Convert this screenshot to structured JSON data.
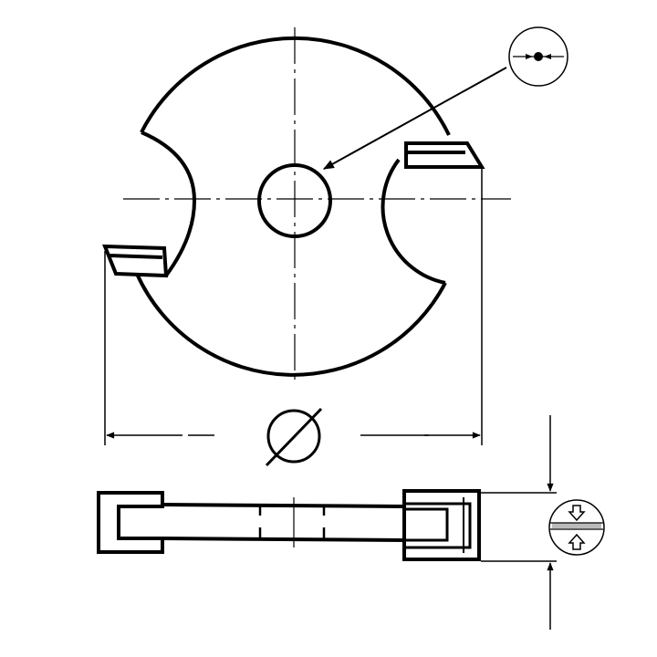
{
  "diagram": {
    "front_view": {
      "parts": [
        "disc",
        "hub-hole",
        "left-tooth",
        "right-tooth",
        "center-lines"
      ]
    },
    "callouts": [
      {
        "name": "concentricity-symbol",
        "icon": "centered-dot-icon"
      },
      {
        "name": "thickness-symbol",
        "icon": "clamp-arrows-icon"
      }
    ],
    "dimensions": [
      {
        "name": "diameter",
        "symbol": "diameter-icon"
      },
      {
        "name": "thickness",
        "symbol": "arrows-vertical"
      }
    ],
    "colors": {
      "line": "#000000",
      "background": "#ffffff",
      "hatch": "#999999"
    }
  }
}
